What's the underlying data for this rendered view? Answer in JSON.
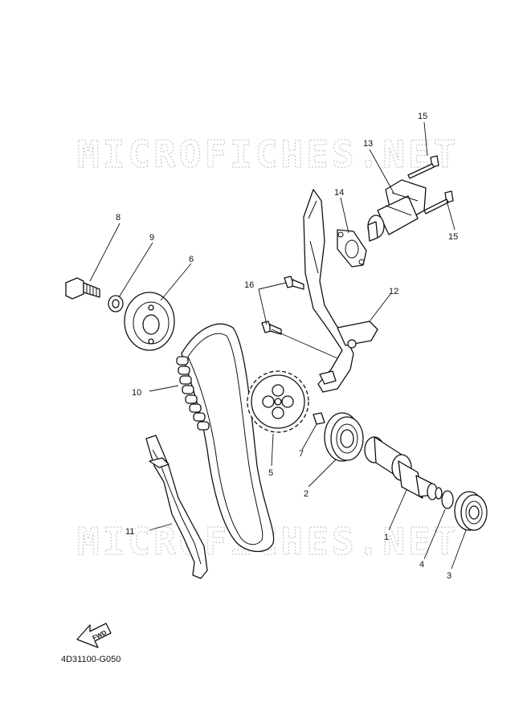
{
  "watermark": "MICROFICHES.NET",
  "diagram_ref": "4D31100-G050",
  "fwd_label": "FWD",
  "callouts": {
    "p1": "1",
    "p2": "2",
    "p3": "3",
    "p4": "4",
    "p5": "5",
    "p6": "6",
    "p7": "7",
    "p8": "8",
    "p9": "9",
    "p10": "10",
    "p11": "11",
    "p12": "12",
    "p13": "13",
    "p14": "14",
    "p15a": "15",
    "p15b": "15",
    "p16": "16"
  }
}
